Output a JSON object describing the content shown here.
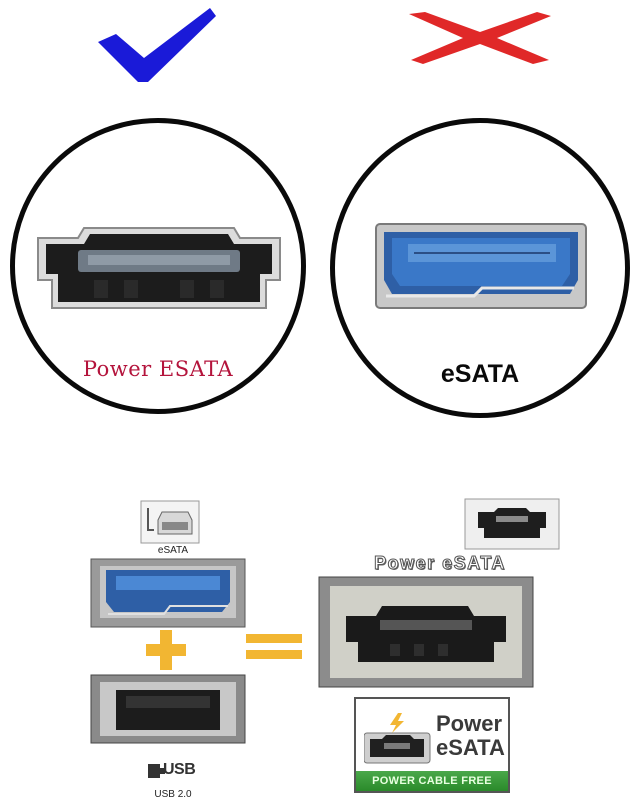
{
  "top": {
    "left": {
      "label": "Power ESATA",
      "mark": "check-mark-icon"
    },
    "right": {
      "label": "eSATA",
      "mark": "cross-mark-icon"
    }
  },
  "panel": {
    "esata_icon_label": "eSATA",
    "power_esata_title": "Power eSATA",
    "usb_icon_text": "USB",
    "usb_sub_label": "USB 2.0",
    "badge": {
      "line1": "Power",
      "line2": "eSATA",
      "band": "POWER CABLE FREE"
    }
  },
  "colors": {
    "check": "#1a1ad8",
    "cross": "#e02828",
    "esata_blue": "#3a78c8",
    "plus_equals": "#f2b632",
    "badge_green": "#2e9a2e"
  }
}
